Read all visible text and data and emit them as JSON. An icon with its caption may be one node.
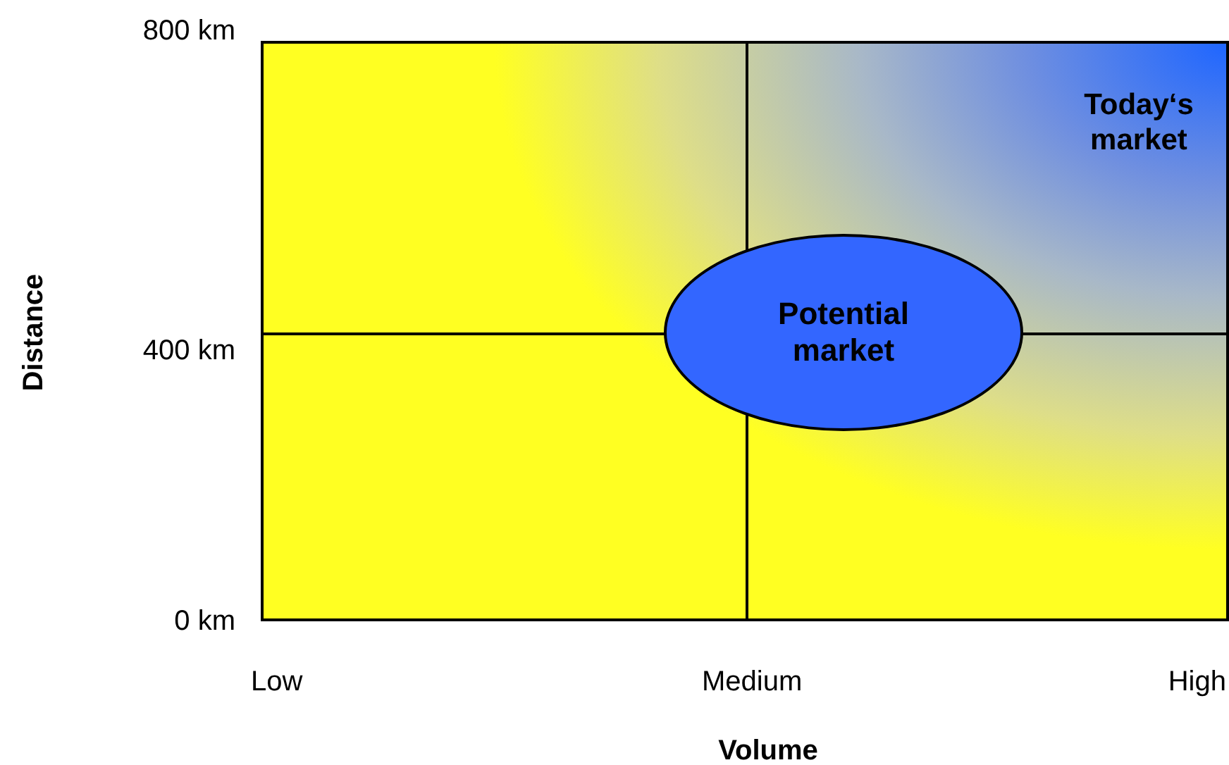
{
  "diagram": {
    "nodes": [
      {
        "text": [
          "Potential market"
        ]
      }
    ],
    "labels": [
      "800 km",
      "Today‘s market",
      "Distance",
      "400 km",
      "0 km",
      "Low",
      "Medium",
      "High",
      "Volume"
    ]
  }
}
